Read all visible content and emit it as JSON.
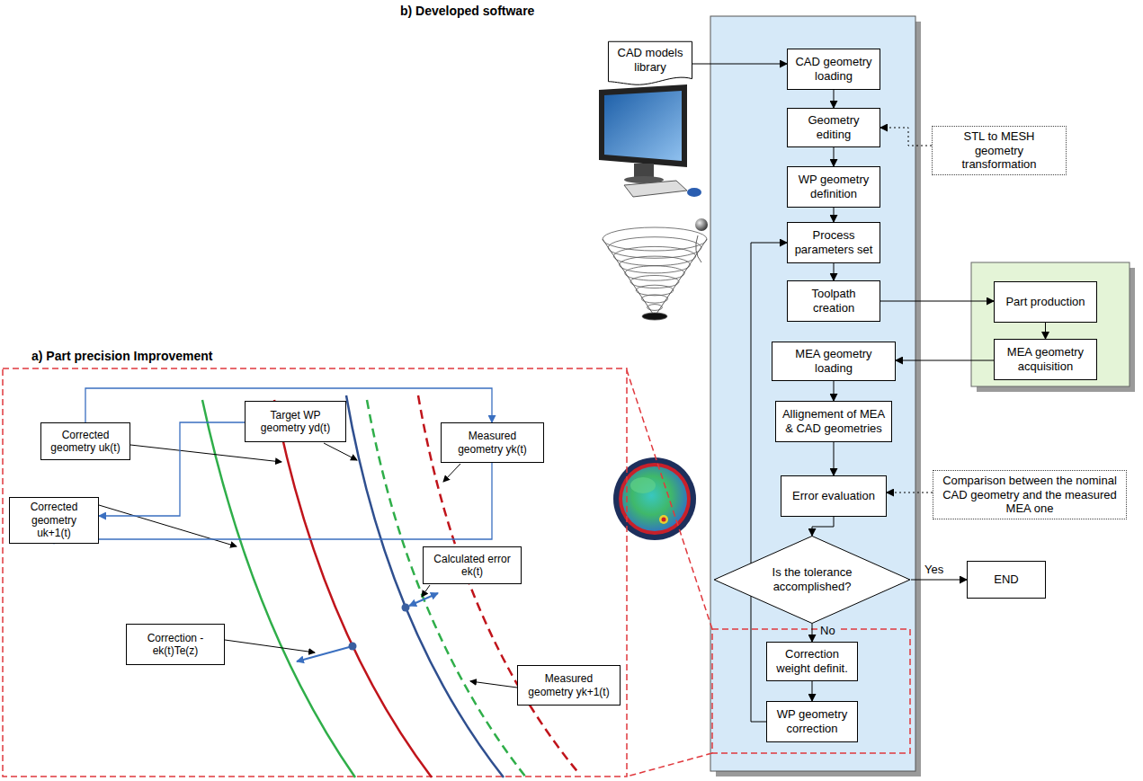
{
  "diagram": {
    "nodes": [
      {
        "text": [
          "CAD models library"
        ]
      },
      {
        "text": [
          "CAD geometry loading"
        ]
      },
      {
        "text": [
          "Geometry editing"
        ]
      },
      {
        "text": [
          "STL to MESH geometry transformation"
        ]
      },
      {
        "text": [
          "WP geometry definition"
        ]
      },
      {
        "text": [
          "Process parameters set"
        ]
      },
      {
        "text": [
          "Toolpath creation"
        ]
      },
      {
        "text": [
          "Part production"
        ]
      },
      {
        "text": [
          "MEA geometry acquisition"
        ]
      },
      {
        "text": [
          "MEA geometry loading"
        ]
      },
      {
        "text": [
          "Allignement of MEA & CAD geometries"
        ]
      },
      {
        "text": [
          "Error evaluation"
        ]
      },
      {
        "text": [
          "Comparison between the nominal CAD geometry and the measured MEA one"
        ]
      },
      {
        "text": [
          "Is the tolerance accomplished?"
        ]
      },
      {
        "text": [
          "END"
        ]
      },
      {
        "text": [
          "Correction weight definit."
        ]
      },
      {
        "text": [
          "WP geometry correction"
        ]
      },
      {
        "text": [
          "Target WP geometry yd(t)"
        ]
      },
      {
        "text": [
          "Corrected geometry uk(t)"
        ]
      },
      {
        "text": [
          "Measured geometry yk(t)"
        ]
      },
      {
        "text": [
          "Corrected geometry uk+1(t)"
        ]
      },
      {
        "text": [
          "Calculated error ek(t)"
        ]
      },
      {
        "text": [
          "Correction -ek(t)Te(z)"
        ]
      },
      {
        "text": [
          "Measured geometry yk+1(t)"
        ]
      }
    ],
    "edges": [
      {
        "from": 0,
        "to": 1,
        "arrow": "to"
      },
      {
        "from": 1,
        "to": 2,
        "arrow": "to"
      },
      {
        "from": 3,
        "to": 2,
        "arrow": "to"
      },
      {
        "from": 2,
        "to": 4,
        "arrow": "to"
      },
      {
        "from": 4,
        "to": 5,
        "arrow": "to"
      },
      {
        "from": 5,
        "to": 6,
        "arrow": "to"
      },
      {
        "from": 6,
        "to": 7,
        "arrow": "to"
      },
      {
        "from": 7,
        "to": 8,
        "arrow": "to"
      },
      {
        "from": 8,
        "to": 9,
        "arrow": "to"
      },
      {
        "from": 9,
        "to": 10,
        "arrow": "to"
      },
      {
        "from": 10,
        "to": 11,
        "arrow": "to"
      },
      {
        "from": 12,
        "to": 11,
        "arrow": "to"
      },
      {
        "from": 11,
        "to": 13,
        "arrow": "to"
      },
      {
        "from": 13,
        "to": 14,
        "label": "Yes",
        "arrow": "to"
      },
      {
        "from": 13,
        "to": 15,
        "label": "No",
        "arrow": "to"
      },
      {
        "from": 15,
        "to": 16,
        "arrow": "to"
      },
      {
        "from": 16,
        "to": 5,
        "arrow": "to"
      },
      {
        "from": 18,
        "to": 19,
        "arrow": "to"
      },
      {
        "from": 17,
        "to": 20,
        "arrow": "to"
      },
      {
        "from": 19,
        "to": 20,
        "arrow": "to"
      }
    ],
    "labels": [
      "b) Developed software",
      "a) Part precision Improvement"
    ]
  }
}
